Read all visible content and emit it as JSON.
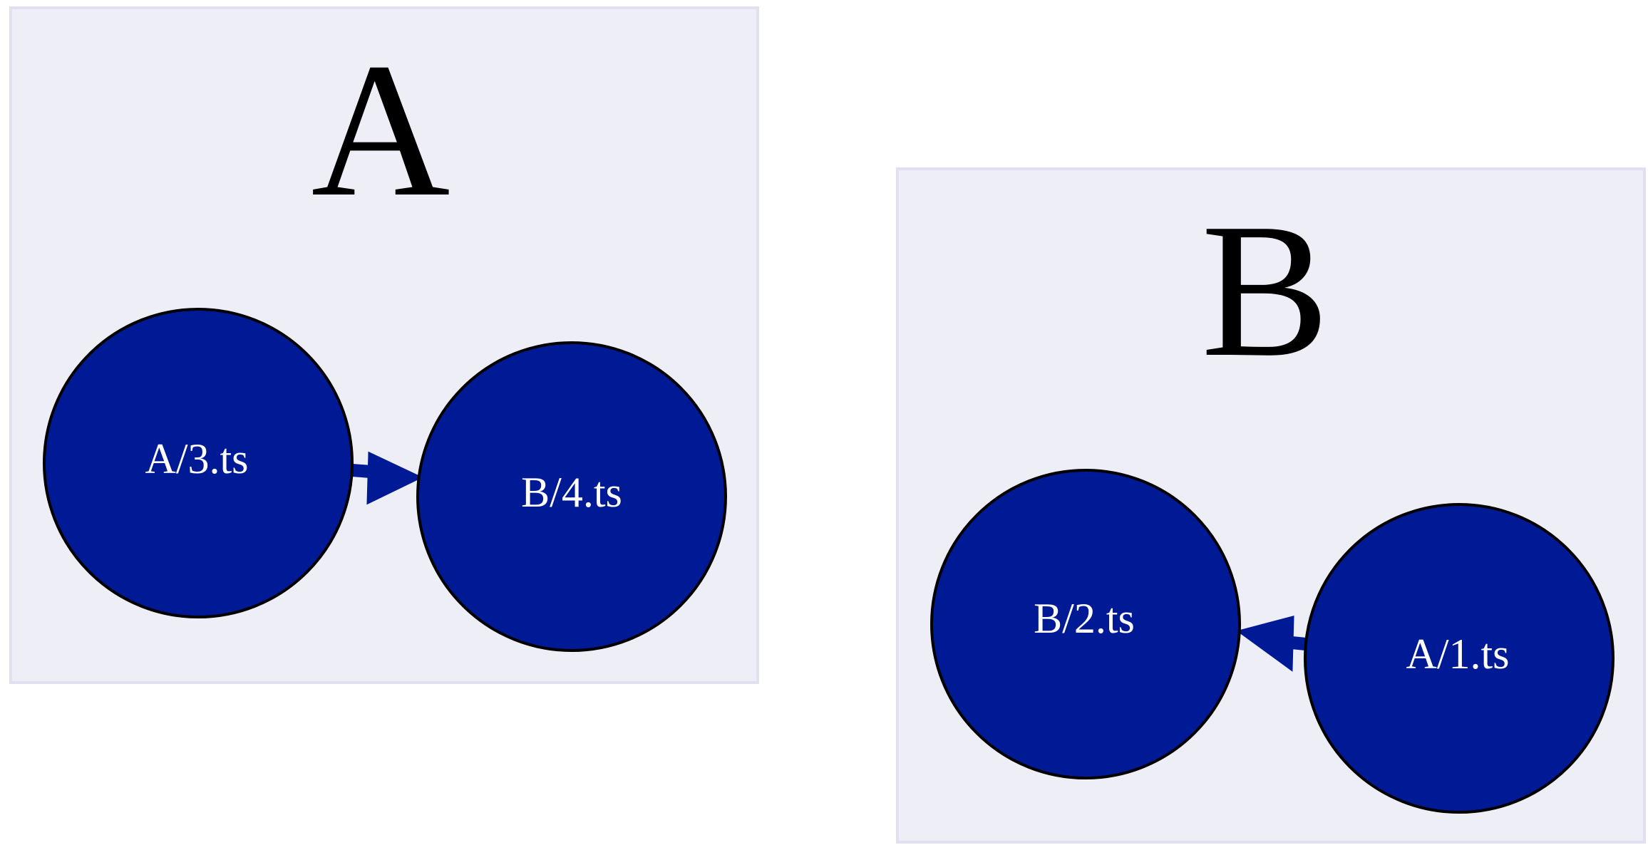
{
  "diagram": {
    "clusters": [
      {
        "id": "A",
        "title": "A"
      },
      {
        "id": "B",
        "title": "B"
      }
    ],
    "nodes": [
      {
        "id": "n3",
        "label": "A/3.ts",
        "cluster": "A"
      },
      {
        "id": "n4",
        "label": "B/4.ts",
        "cluster": "A"
      },
      {
        "id": "n2",
        "label": "B/2.ts",
        "cluster": "B"
      },
      {
        "id": "n1",
        "label": "A/1.ts",
        "cluster": "B"
      }
    ],
    "edges": [
      {
        "from": "A/3.ts",
        "to": "B/4.ts"
      },
      {
        "from": "A/1.ts",
        "to": "B/2.ts"
      }
    ],
    "colors": {
      "node_fill": "#001a96",
      "node_stroke": "#000000",
      "cluster_fill": "#eeeef6",
      "cluster_stroke": "#e0e0f0",
      "label_color": "#ffffff"
    }
  }
}
